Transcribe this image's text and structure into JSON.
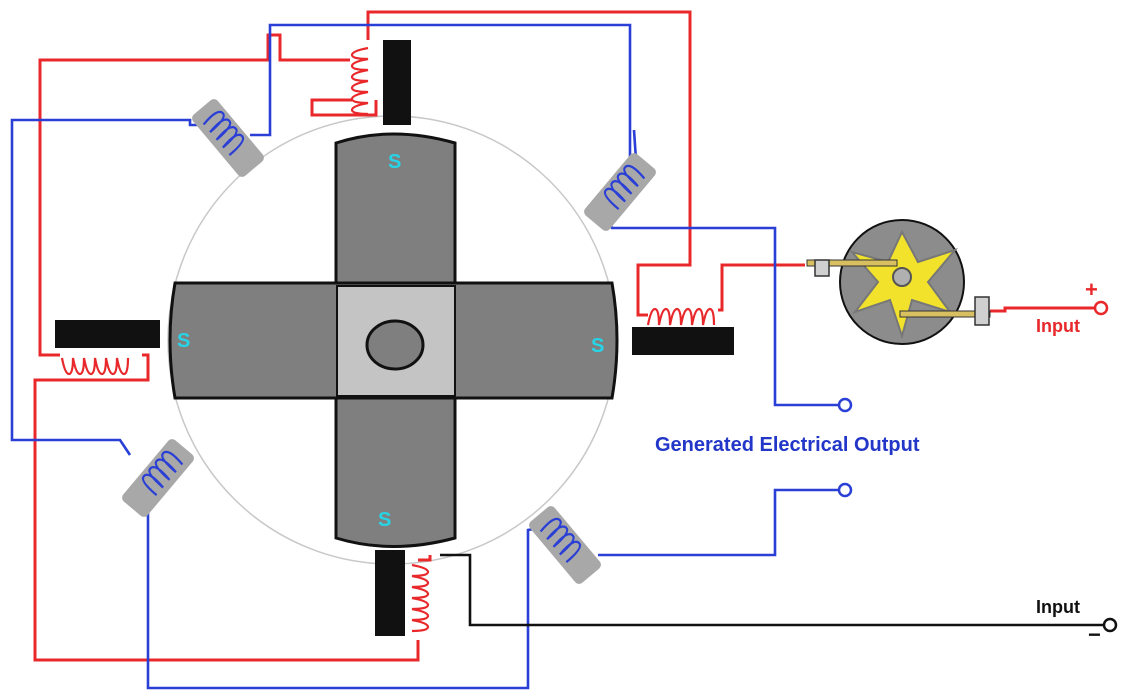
{
  "rotor": {
    "pole_labels": [
      "S",
      "S",
      "S",
      "S"
    ]
  },
  "labels": {
    "positive_input_sign": "+",
    "positive_input": "Input",
    "negative_input": "Input",
    "negative_input_sign": "−",
    "output": "Generated Electrical Output"
  },
  "colors": {
    "red_wire": "#e8282a",
    "blue_wire": "#2a3fd6",
    "black_wire": "#111111",
    "rotor_dark": "#7f7f7f",
    "rotor_hub": "#c4c4c4",
    "pole_label": "#26d4e6",
    "commutator_yellow": "#f2e22b",
    "output_label": "#2236c8",
    "input_label": "#e8282a"
  }
}
